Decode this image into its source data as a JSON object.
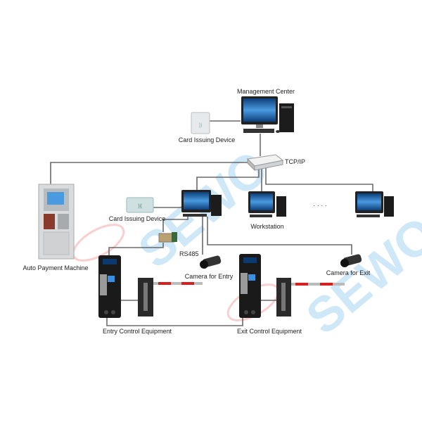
{
  "labels": {
    "management_center": "Management Center",
    "card_issuing_top": "Card Issuing Device",
    "tcpip": "TCP/IP",
    "card_issuing_left": "Card Issuing Device",
    "workstation": "Workstation",
    "ellipsis": "· · · ·",
    "rs485": "RS485",
    "auto_payment": "Auto Payment Machine",
    "camera_entry": "Camera for Entry",
    "camera_exit": "Camera for Exit",
    "entry_equipment": "Entry Control Equipment",
    "exit_equipment": "Exit Control Equipment"
  },
  "watermark": "SEWO",
  "colors": {
    "wire": "#6a6a6a",
    "barrier_red": "#d42020",
    "screen_blue": "#1a5fa8",
    "watermark": "#3aa0e0"
  }
}
